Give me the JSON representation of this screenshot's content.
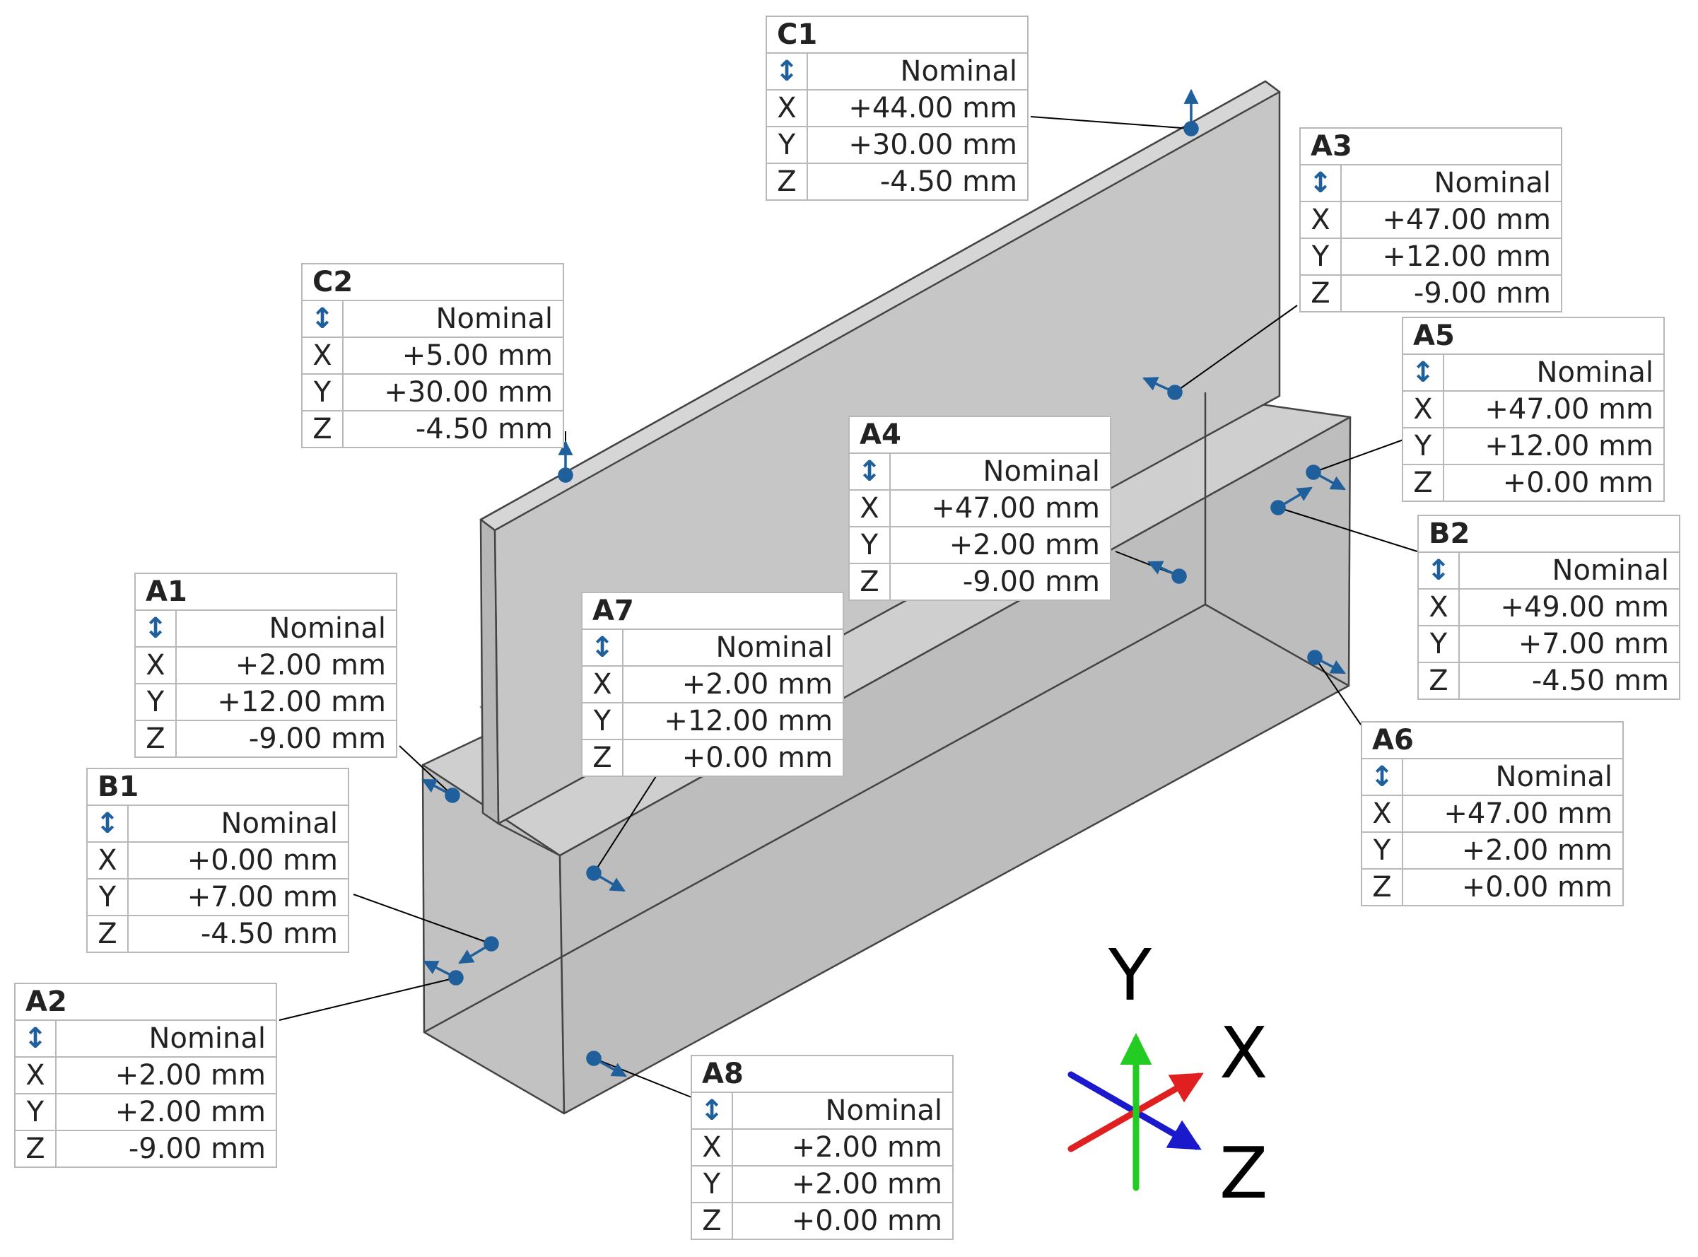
{
  "header_label": "Nominal",
  "direction_icon": "vertical-double-arrow-icon",
  "axes_letters": [
    "X",
    "Y",
    "Z"
  ],
  "points": [
    {
      "id": "C1",
      "x": "+44.00 mm",
      "y": "+30.00 mm",
      "z": "-4.50 mm"
    },
    {
      "id": "C2",
      "x": "+5.00 mm",
      "y": "+30.00 mm",
      "z": "-4.50 mm"
    },
    {
      "id": "A3",
      "x": "+47.00 mm",
      "y": "+12.00 mm",
      "z": "-9.00 mm"
    },
    {
      "id": "A5",
      "x": "+47.00 mm",
      "y": "+12.00 mm",
      "z": "+0.00 mm"
    },
    {
      "id": "A4",
      "x": "+47.00 mm",
      "y": "+2.00 mm",
      "z": "-9.00 mm"
    },
    {
      "id": "B2",
      "x": "+49.00 mm",
      "y": "+7.00 mm",
      "z": "-4.50 mm"
    },
    {
      "id": "A1",
      "x": "+2.00 mm",
      "y": "+12.00 mm",
      "z": "-9.00 mm"
    },
    {
      "id": "A7",
      "x": "+2.00 mm",
      "y": "+12.00 mm",
      "z": "+0.00 mm"
    },
    {
      "id": "A6",
      "x": "+47.00 mm",
      "y": "+2.00 mm",
      "z": "+0.00 mm"
    },
    {
      "id": "B1",
      "x": "+0.00 mm",
      "y": "+7.00 mm",
      "z": "-4.50 mm"
    },
    {
      "id": "A2",
      "x": "+2.00 mm",
      "y": "+2.00 mm",
      "z": "-9.00 mm"
    },
    {
      "id": "A8",
      "x": "+2.00 mm",
      "y": "+2.00 mm",
      "z": "+0.00 mm"
    }
  ],
  "triad": {
    "labels": {
      "y": "Y",
      "x": "X",
      "z": "Z"
    },
    "colors": {
      "x": "#e02020",
      "y": "#22cc22",
      "z": "#1a1acc"
    }
  },
  "colors": {
    "part_face": "#c9c9c9",
    "part_edge": "#444444",
    "point": "#1f5f9c",
    "leader": "#000000"
  }
}
